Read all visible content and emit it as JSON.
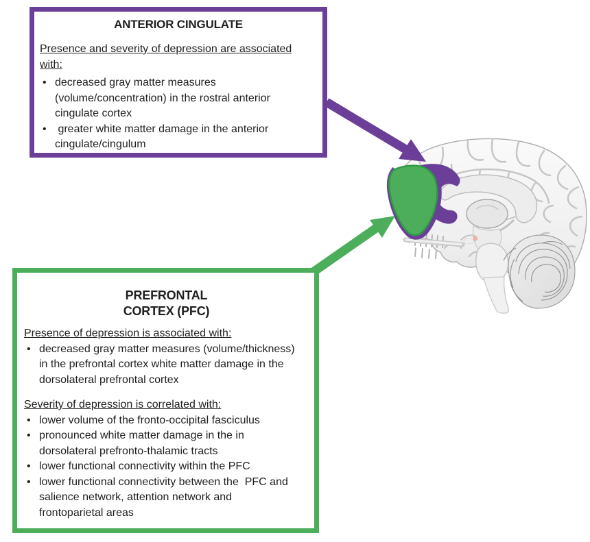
{
  "colors": {
    "purple": "#6B3E98",
    "green": "#4CAE5B",
    "green_dark": "#2F9B43",
    "text": "#1F1F1F",
    "background": "#FFFFFF"
  },
  "bullet_char": "•",
  "anterior_cingulate_box": {
    "title": "ANTERIOR CINGULATE",
    "heading": "Presence and severity of depression are associated\nwith:",
    "bullets": [
      "decreased gray matter measures\n(volume/concentration) in the rostral anterior\ncingulate cortex",
      " greater white matter damage in the anterior\ncingulate/cingulum"
    ]
  },
  "pfc_box": {
    "title": "PREFRONTAL\nCORTEX (PFC)",
    "sections": [
      {
        "heading": "Presence of depression is associated with:",
        "bullets": [
          "decreased gray matter measures (volume/thickness)\nin the prefrontal cortex white matter damage in the\ndorsolateral prefrontal cortex"
        ]
      },
      {
        "heading": "Severity of depression is correlated with:",
        "bullets": [
          "lower volume of the fronto-occipital fasciculus",
          "pronounced white matter damage in the in\ndorsolateral prefronto-thalamic tracts",
          "lower functional connectivity within the PFC",
          "lower functional connectivity between the  PFC and\nsalience network, attention network and\nfrontoparietal areas"
        ]
      }
    ]
  },
  "brain": {
    "description": "sagittal human brain illustration",
    "highlights": [
      {
        "name": "anterior-cingulate-highlight",
        "color": "#6B3E98"
      },
      {
        "name": "prefrontal-cortex-highlight",
        "color": "#4CAE5B"
      }
    ]
  }
}
